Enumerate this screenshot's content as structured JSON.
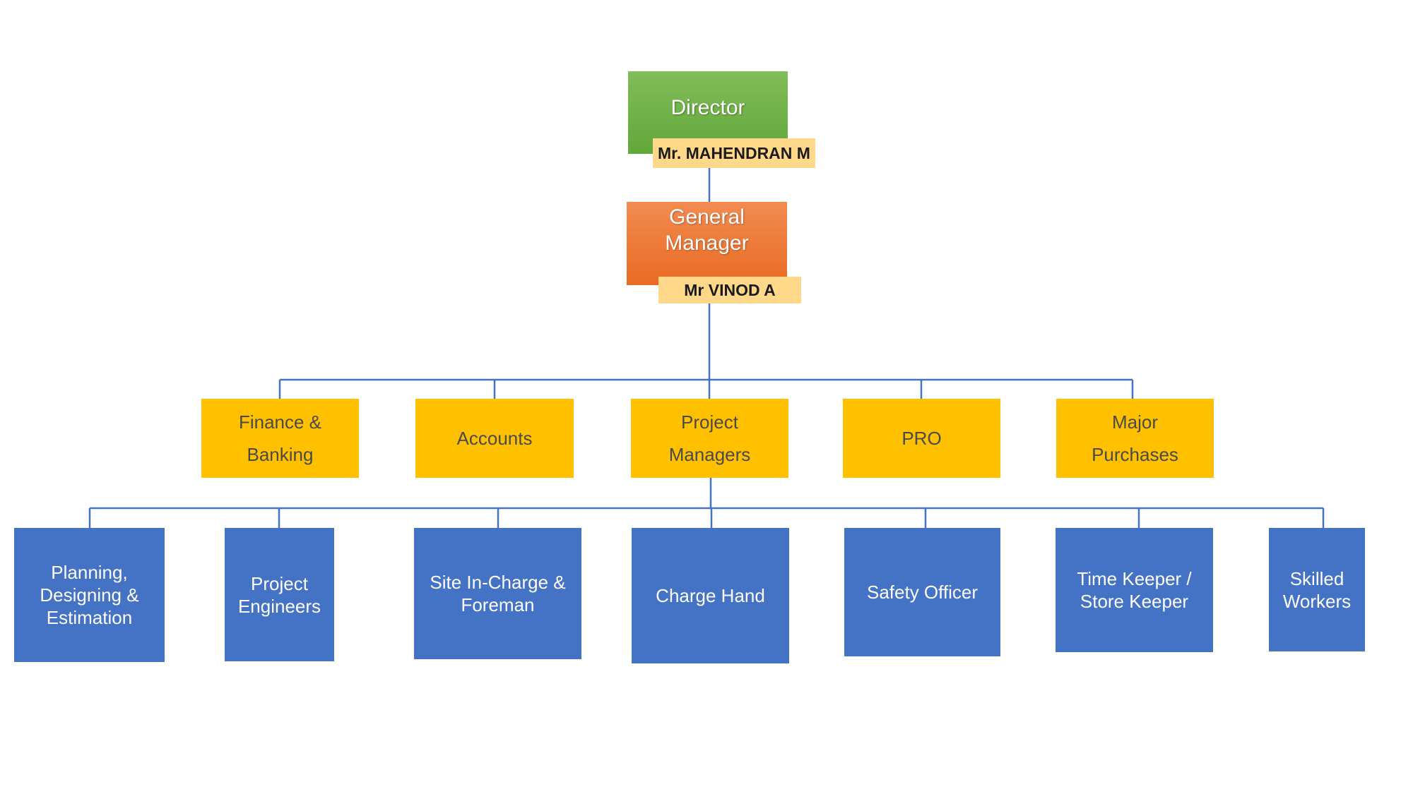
{
  "director": {
    "title": "Director",
    "name": "Mr. MAHENDRAN M"
  },
  "general_manager": {
    "title_line1": "General",
    "title_line2": "Manager",
    "name": "Mr VINOD A"
  },
  "departments": [
    {
      "line1": "Finance &",
      "line2": "Banking"
    },
    {
      "line1": "Accounts",
      "line2": ""
    },
    {
      "line1": "Project",
      "line2": "Managers"
    },
    {
      "line1": "PRO",
      "line2": ""
    },
    {
      "line1": "Major",
      "line2": "Purchases"
    }
  ],
  "staff": [
    {
      "line1": "Planning,",
      "line2": "Designing &",
      "line3": "Estimation"
    },
    {
      "line1": "Project",
      "line2": "Engineers"
    },
    {
      "line1": "Site In-Charge &",
      "line2": "Foreman"
    },
    {
      "line1": "Charge Hand"
    },
    {
      "line1": "Safety Officer"
    },
    {
      "line1": "Time Keeper /",
      "line2": "Store Keeper"
    },
    {
      "line1": "Skilled",
      "line2": "Workers"
    }
  ],
  "colors": {
    "director": "#70ad47",
    "general_manager": "#ed7d31",
    "name_label": "#ffd88a",
    "department": "#ffc000",
    "staff": "#4472c4",
    "connector": "#4472c4"
  }
}
